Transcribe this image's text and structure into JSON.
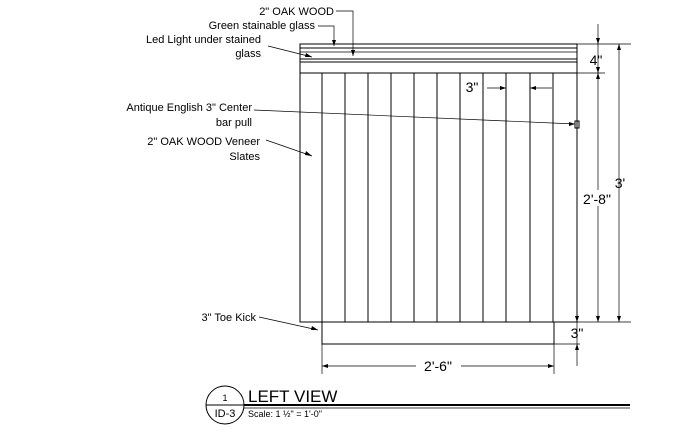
{
  "notes": {
    "oak_wood": "2\" OAK WOOD",
    "green_glass": "Green stainable glass",
    "led_light_line1": "Led Light under stained",
    "led_light_line2": "glass",
    "bar_pull_line1": "Antique English 3\" Center",
    "bar_pull_line2": "bar pull",
    "veneer_line1": "2\" OAK WOOD Veneer",
    "veneer_line2": "Slates",
    "toe_kick": "3\" Toe Kick"
  },
  "dimensions": {
    "top_band": "4\"",
    "slat_width": "3\"",
    "total_height": "3'",
    "body_height": "2'-8\"",
    "toe_kick_height": "3\"",
    "width": "2'-6\""
  },
  "title_block": {
    "detail_number": "1",
    "sheet": "ID-3",
    "title": "LEFT VIEW",
    "scale": "Scale: 1 ½\" = 1'-0\""
  }
}
